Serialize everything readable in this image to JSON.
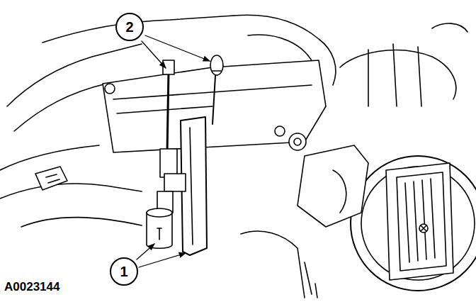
{
  "diagram": {
    "nodes": [
      {
        "text": [
          "2"
        ]
      },
      {
        "text": [
          "1"
        ]
      }
    ],
    "labels": [
      "A0023144"
    ]
  }
}
